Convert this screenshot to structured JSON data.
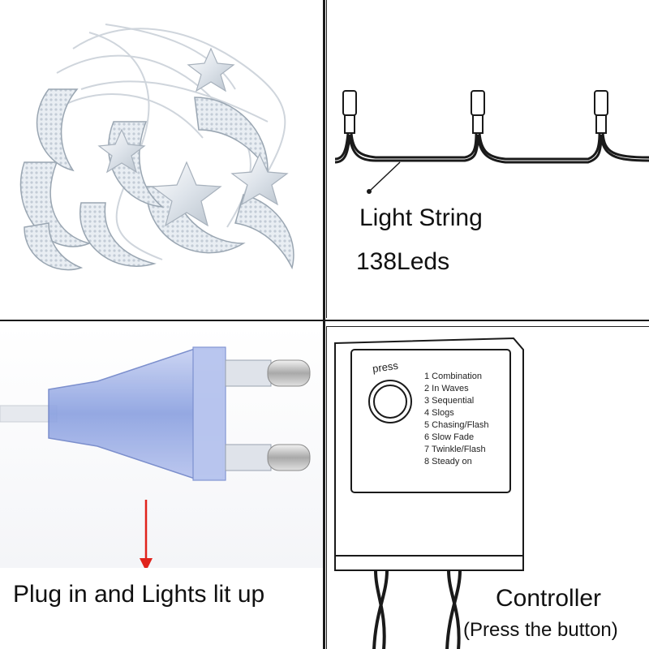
{
  "panels": {
    "light_string": {
      "title": "Light String",
      "led_count": "138Leds"
    },
    "plug": {
      "caption": "Plug in and Lights lit up",
      "arrow_color": "#e0231c"
    },
    "controller": {
      "title": "Controller",
      "subtitle": "(Press the button)",
      "press_label": "press",
      "modes": [
        "1 Combination",
        "2 In Waves",
        "3 Sequential",
        "4 Slogs",
        "5 Chasing/Flash",
        "6 Slow Fade",
        "7 Twinkle/Flash",
        "8 Steady on"
      ]
    }
  },
  "colors": {
    "plug_blue": "#8aa0e0",
    "wire": "#1a1a1a",
    "led_crystal": "#e8edf2"
  }
}
